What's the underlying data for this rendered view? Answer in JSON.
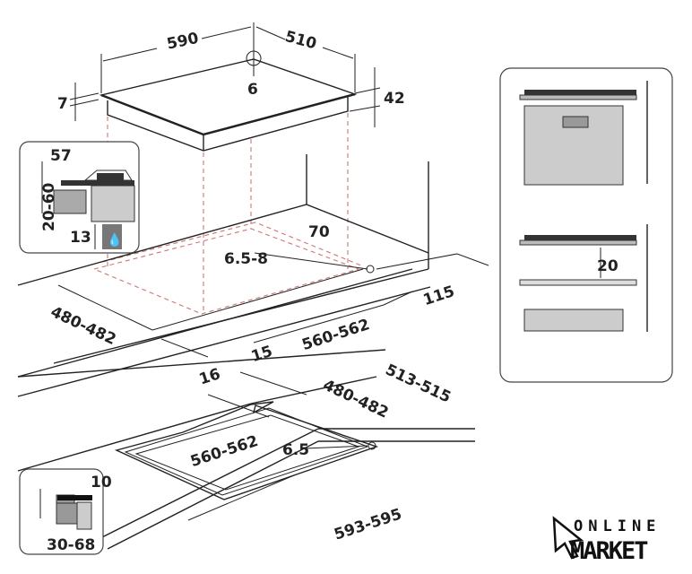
{
  "title": "Built-in gas hob installation dimensions (mm)",
  "dimensions": {
    "hob_width": "590",
    "hob_depth": "510",
    "gas_inlet": "6",
    "glass_thickness": "7",
    "hob_height": "42",
    "inset_top": "57",
    "inset_gap": "20-60",
    "inset_bottom": "13",
    "rear_clearance": "70",
    "cutout_corner": "6.5-8",
    "side_clearance": "115",
    "cutout_depth": "480-482",
    "cutout_width": "560-562",
    "front_offset": "15",
    "front_edge": "16",
    "flush_outer_depth": "513-515",
    "flush_cutout_depth": "480-482",
    "flush_cutout_width": "560-562",
    "flush_corner": "6.5",
    "flush_outer_width": "593-595",
    "flush_step": "10",
    "flush_thickness": "30-68",
    "oven_gap": "20"
  },
  "logo": {
    "line1": "ONLINE",
    "line2": "MARKET"
  }
}
